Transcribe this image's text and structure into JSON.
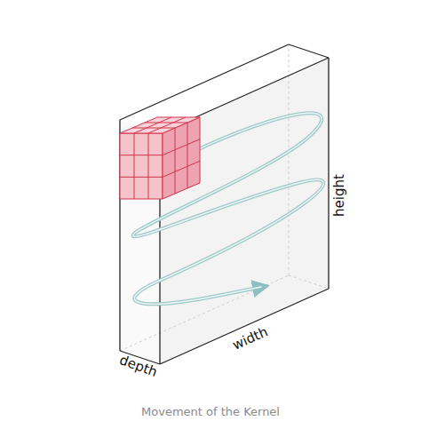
{
  "diagram": {
    "caption": "Movement of the Kernel",
    "labels": [
      "depth",
      "width",
      "height"
    ]
  }
}
